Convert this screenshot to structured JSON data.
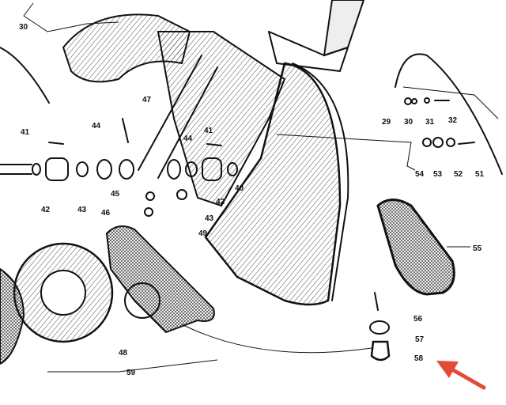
{
  "diagram": {
    "part_numbers": [
      "30",
      "47",
      "41",
      "44",
      "44",
      "41",
      "29",
      "30",
      "31",
      "32",
      "54",
      "53",
      "52",
      "51",
      "42",
      "43",
      "45",
      "46",
      "43",
      "42",
      "40",
      "49",
      "55",
      "56",
      "57",
      "58",
      "48",
      "59"
    ]
  },
  "colors": {
    "ink": "#111111",
    "arrow": "#e34a3a",
    "background": "#ffffff"
  },
  "icons": {
    "pointer": "arrow-icon"
  }
}
